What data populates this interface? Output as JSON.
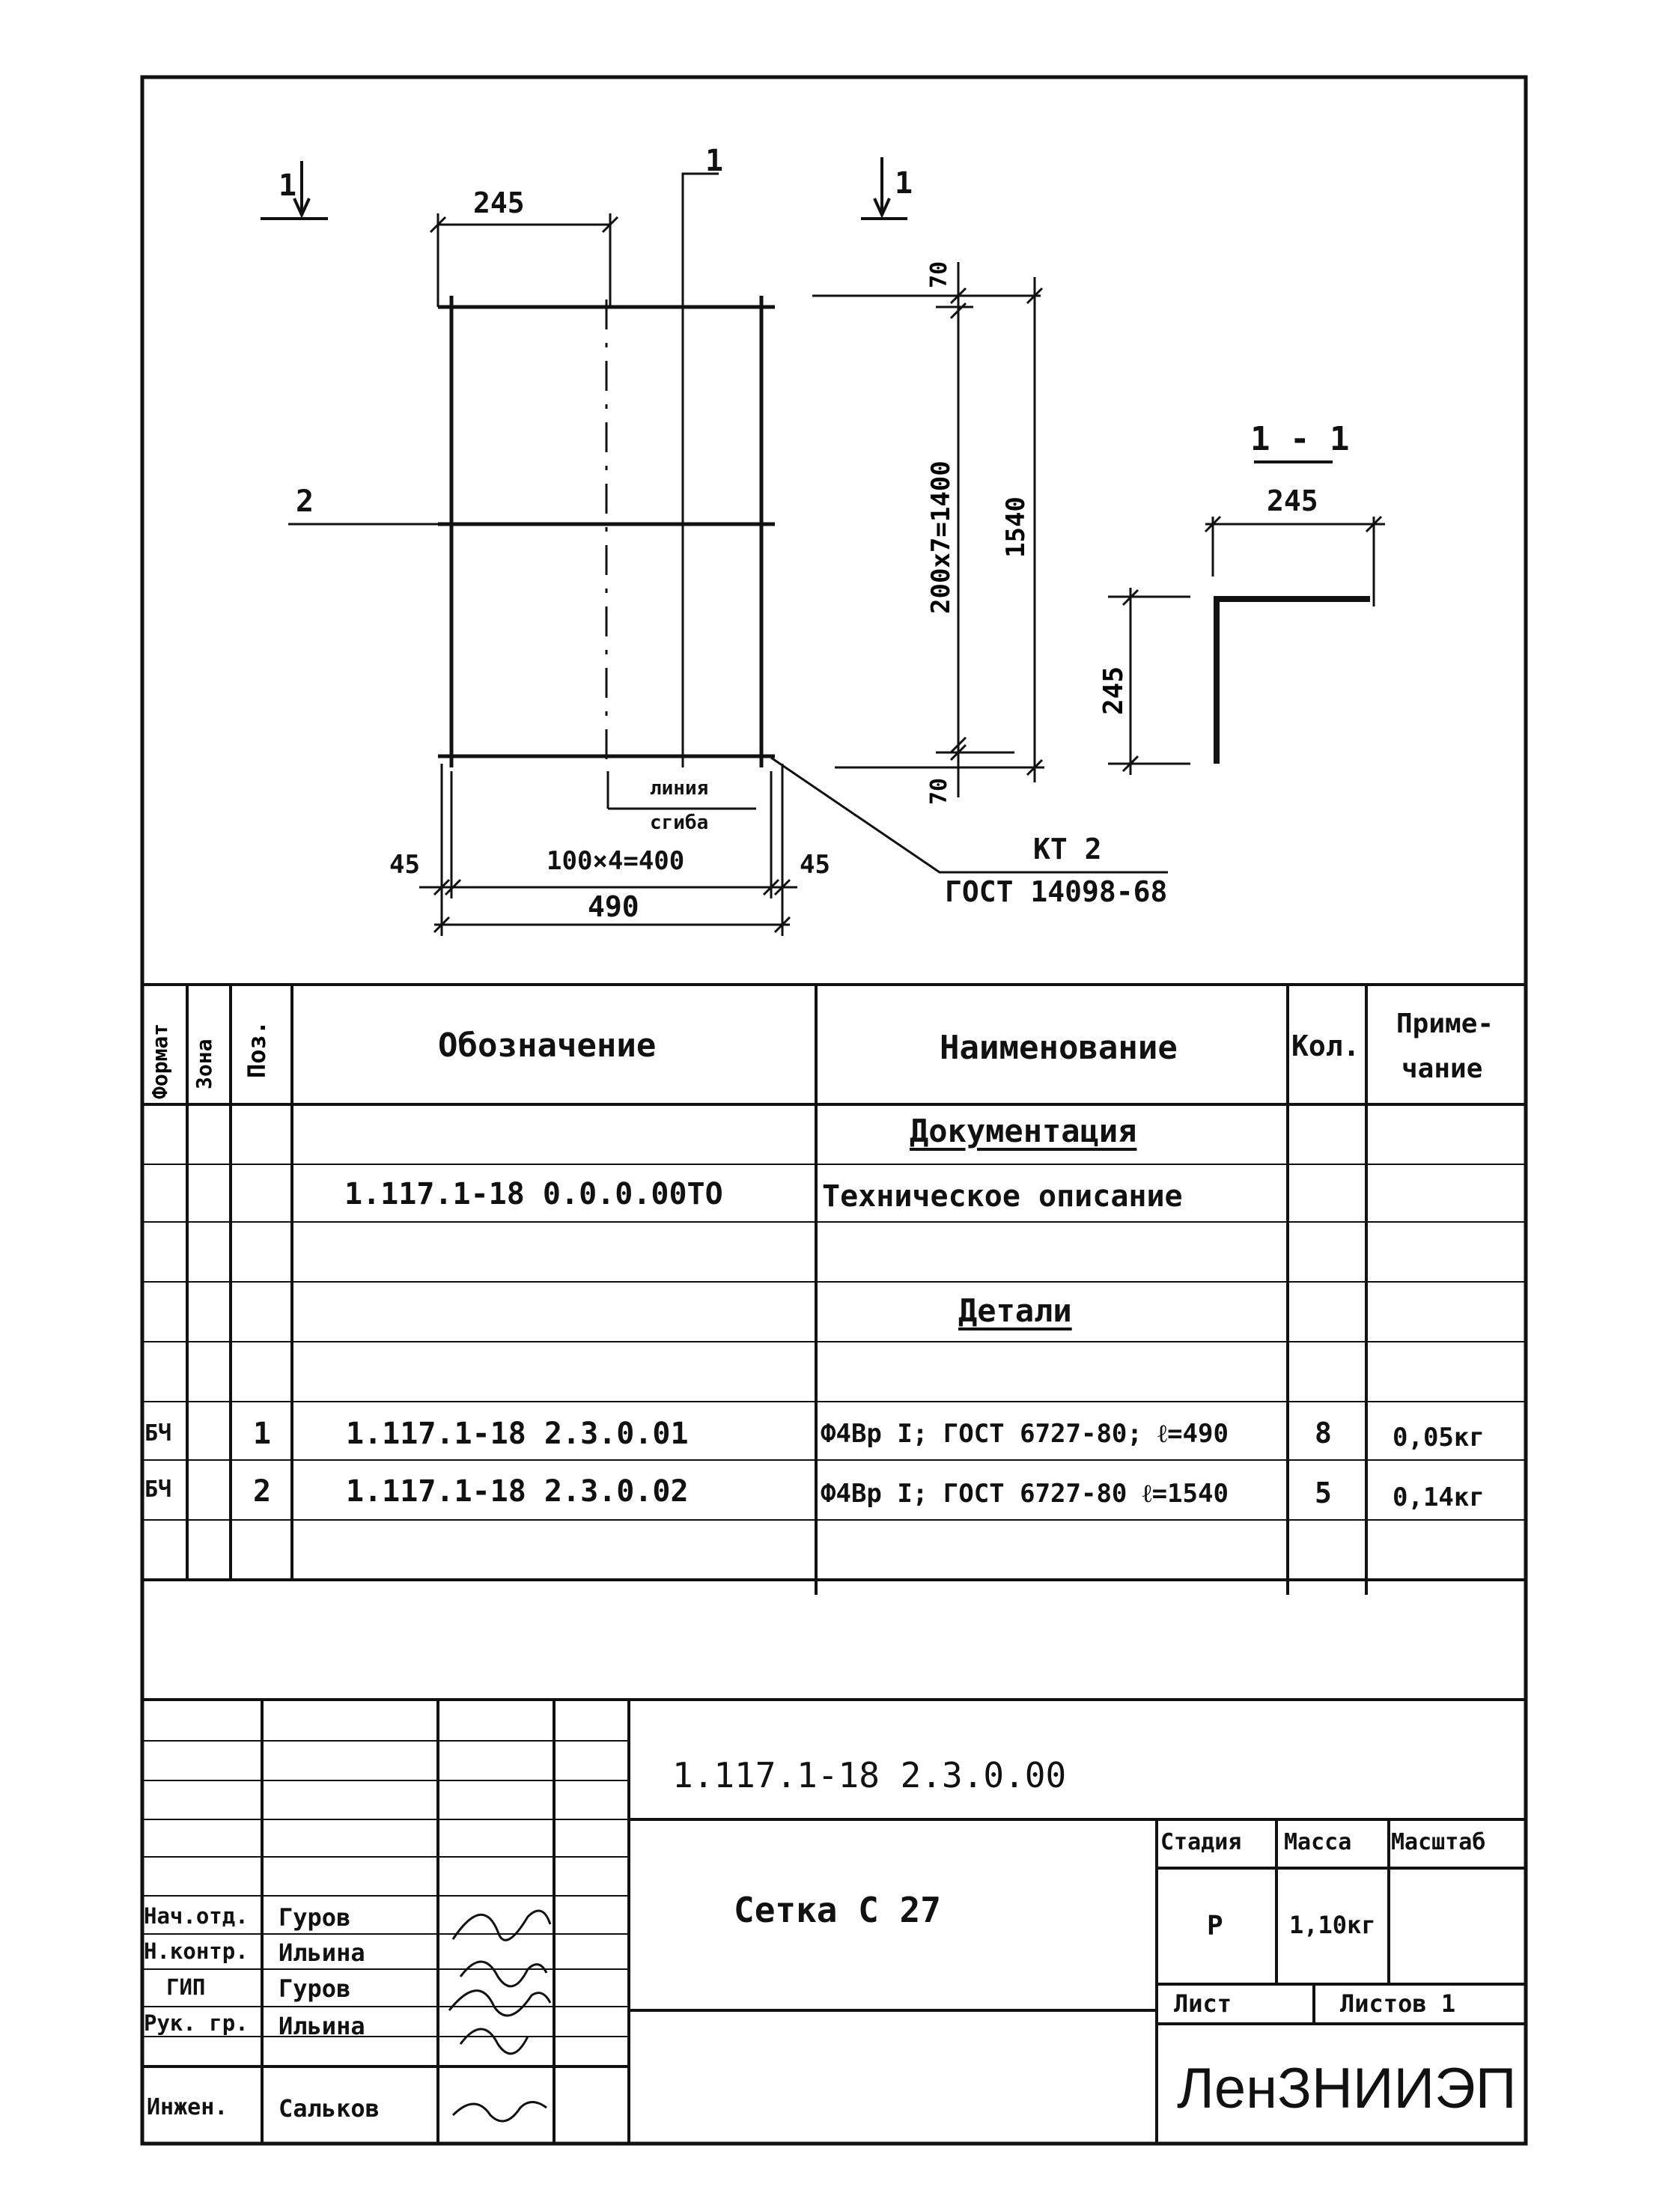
{
  "drawing": {
    "section_mark_left": "1",
    "section_mark_right": "1",
    "bar_label_top": "1",
    "bar_label_left": "2",
    "dim_top_width": "245",
    "dim_top_gap": "70",
    "dim_spacing_vertical": "200x7=1400",
    "dim_total_height": "1540",
    "dim_bottom_gap": "70",
    "dim_left_offset": "45",
    "dim_spacing_horizontal": "100×4=400",
    "dim_right_offset": "45",
    "dim_total_width": "490",
    "bend_line_label_1": "линия",
    "bend_line_label_2": "сгиба",
    "weld_code": "КТ 2",
    "weld_standard": "ГОСТ 14098-68",
    "section_title": "1 - 1",
    "section_dim_width": "245",
    "section_dim_height": "245"
  },
  "spec": {
    "headers": {
      "format": "Формат",
      "zone": "Зона",
      "pos": "Поз.",
      "designation": "Обозначение",
      "name": "Наименование",
      "qty": "Кол.",
      "note_1": "Приме-",
      "note_2": "чание"
    },
    "rows": [
      {
        "format": "",
        "zone": "",
        "pos": "",
        "designation": "",
        "name": "Документация",
        "qty": "",
        "note": ""
      },
      {
        "format": "",
        "zone": "",
        "pos": "",
        "designation": "1.117.1-18 0.0.0.00ТО",
        "name": "Техническое описание",
        "qty": "",
        "note": ""
      },
      {
        "format": "",
        "zone": "",
        "pos": "",
        "designation": "",
        "name": "",
        "qty": "",
        "note": ""
      },
      {
        "format": "",
        "zone": "",
        "pos": "",
        "designation": "",
        "name": "Детали",
        "qty": "",
        "note": ""
      },
      {
        "format": "",
        "zone": "",
        "pos": "",
        "designation": "",
        "name": "",
        "qty": "",
        "note": ""
      },
      {
        "format": "БЧ",
        "zone": "",
        "pos": "1",
        "designation": "1.117.1-18  2.3.0.01",
        "name": "Ф4Вр I; ГОСТ 6727-80; ℓ=490",
        "qty": "8",
        "note": "0,05кг"
      },
      {
        "format": "БЧ",
        "zone": "",
        "pos": "2",
        "designation": "1.117.1-18  2.3.0.02",
        "name": "Ф4Вр I; ГОСТ 6727-80 ℓ=1540",
        "qty": "5",
        "note": "0,14кг"
      },
      {
        "format": "",
        "zone": "",
        "pos": "",
        "designation": "",
        "name": "",
        "qty": "",
        "note": ""
      }
    ]
  },
  "title_block": {
    "doc_code": "1.117.1-18  2.3.0.00",
    "title": "Сетка  С 27",
    "stage_label": "Стадия",
    "mass_label": "Масса",
    "scale_label": "Масштаб",
    "stage_value": "Р",
    "mass_value": "1,10кг",
    "scale_value": "",
    "sheet_label": "Лист",
    "sheets_label": "Листов 1",
    "org": "ЛенЗНИИЭП",
    "people": [
      {
        "role": "Нач.отд.",
        "name": "Гуров"
      },
      {
        "role": "Н.контр.",
        "name": "Ильина"
      },
      {
        "role": "ГИП",
        "name": "Гуров"
      },
      {
        "role": "Рук. гр.",
        "name": "Ильина"
      },
      {
        "role": "Инжен.",
        "name": "Сальков"
      }
    ]
  }
}
